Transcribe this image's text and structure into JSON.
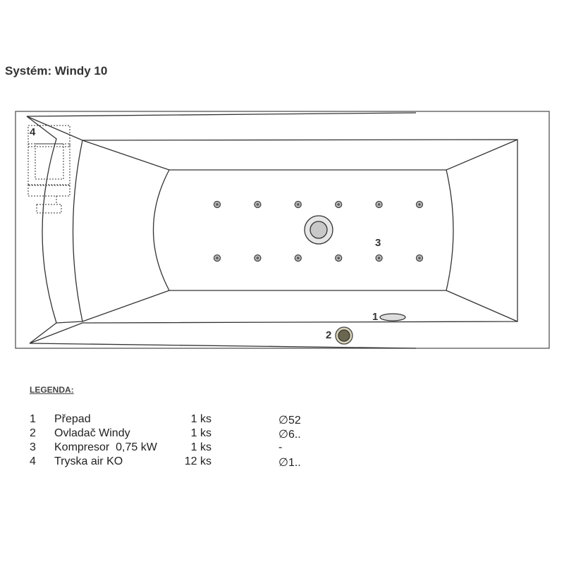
{
  "title": "Systém: Windy 10",
  "diagram": {
    "callouts": [
      "1",
      "2",
      "3",
      "4"
    ],
    "jets_per_row": 6,
    "jet_rows": 2
  },
  "legend": {
    "heading": "LEGENDA:",
    "items": [
      {
        "num": "1",
        "name": "Přepad",
        "qty": "1 ks",
        "dim": "∅52"
      },
      {
        "num": "2",
        "name": "Ovladač Windy",
        "qty": "1 ks",
        "dim": "∅6.."
      },
      {
        "num": "3",
        "name": "Kompresor  0,75 kW",
        "qty": "1 ks",
        "dim": "-"
      },
      {
        "num": "4",
        "name": "Tryska air KO",
        "qty": "12 ks",
        "dim": "∅1.."
      }
    ]
  }
}
